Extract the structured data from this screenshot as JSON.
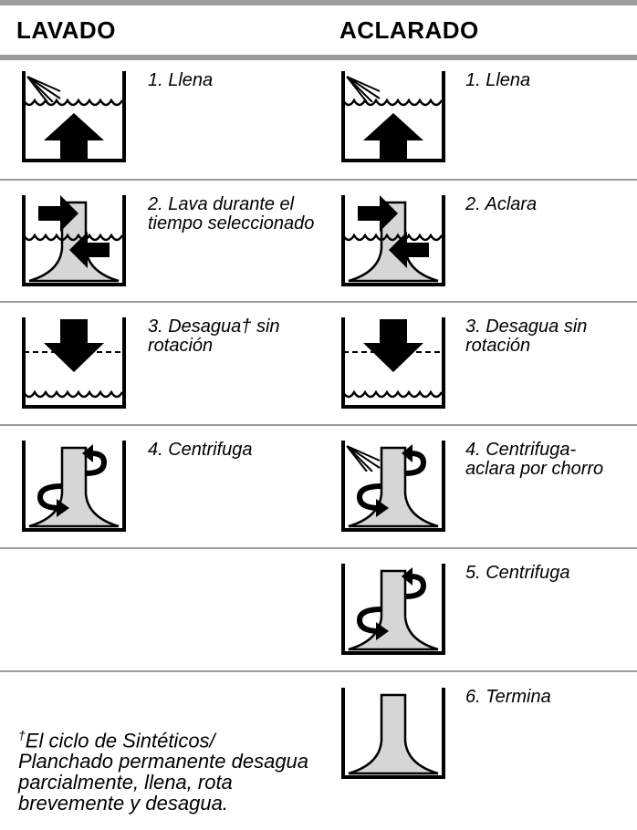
{
  "headers": {
    "wash": "LAVADO",
    "rinse": "ACLARADO"
  },
  "wash_steps": [
    {
      "text": "1. Llena",
      "icon": "fill-icon"
    },
    {
      "text": "2. Lava durante el tiempo seleccionado",
      "icon": "agitate-icon"
    },
    {
      "text": "3. Desagua† sin rotación",
      "icon": "drain-icon"
    },
    {
      "text": "4. Centrifuga",
      "icon": "spin-icon"
    }
  ],
  "rinse_steps": [
    {
      "text": "1. Llena",
      "icon": "fill-icon"
    },
    {
      "text": "2. Aclara",
      "icon": "agitate-icon"
    },
    {
      "text": "3. Desagua sin rotación",
      "icon": "drain-icon"
    },
    {
      "text": "4. Centrifuga-aclara por chorro",
      "icon": "spin-spray-icon"
    },
    {
      "text": "5. Centrifuga",
      "icon": "spin-icon"
    },
    {
      "text": "6. Termina",
      "icon": "end-icon"
    }
  ],
  "footnote": {
    "mark": "†",
    "text": "El ciclo de Sintéticos/ Planchado permanente desagua parcialmente, llena, rota brevemente y desagua."
  }
}
